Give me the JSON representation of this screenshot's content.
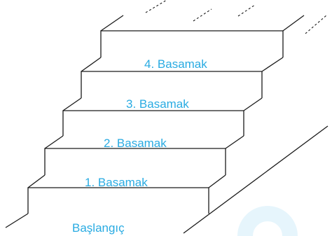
{
  "colors": {
    "label": "#29abe2",
    "line": "#1a1a1a",
    "watermark": "#e6f5fc"
  },
  "labels": {
    "start": "Başlangıç",
    "step1": "1. Basamak",
    "step2": "2. Basamak",
    "step3": "3. Basamak",
    "step4": "4. Basamak"
  }
}
